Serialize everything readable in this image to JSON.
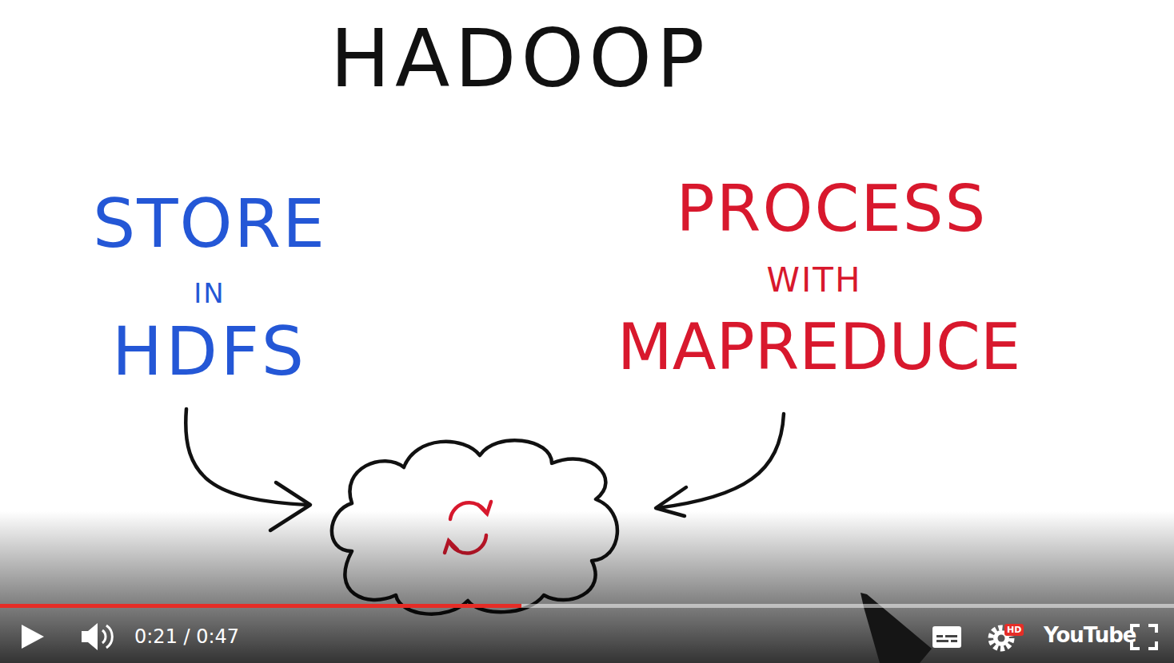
{
  "diagram": {
    "title": "HADOOP",
    "labels": [
      "STORE",
      "IN",
      "HDFS",
      "PROCESS",
      "WITH",
      "MAPREDUCE",
      "0:21 / 0:47",
      "HD",
      "YouTube"
    ]
  }
}
